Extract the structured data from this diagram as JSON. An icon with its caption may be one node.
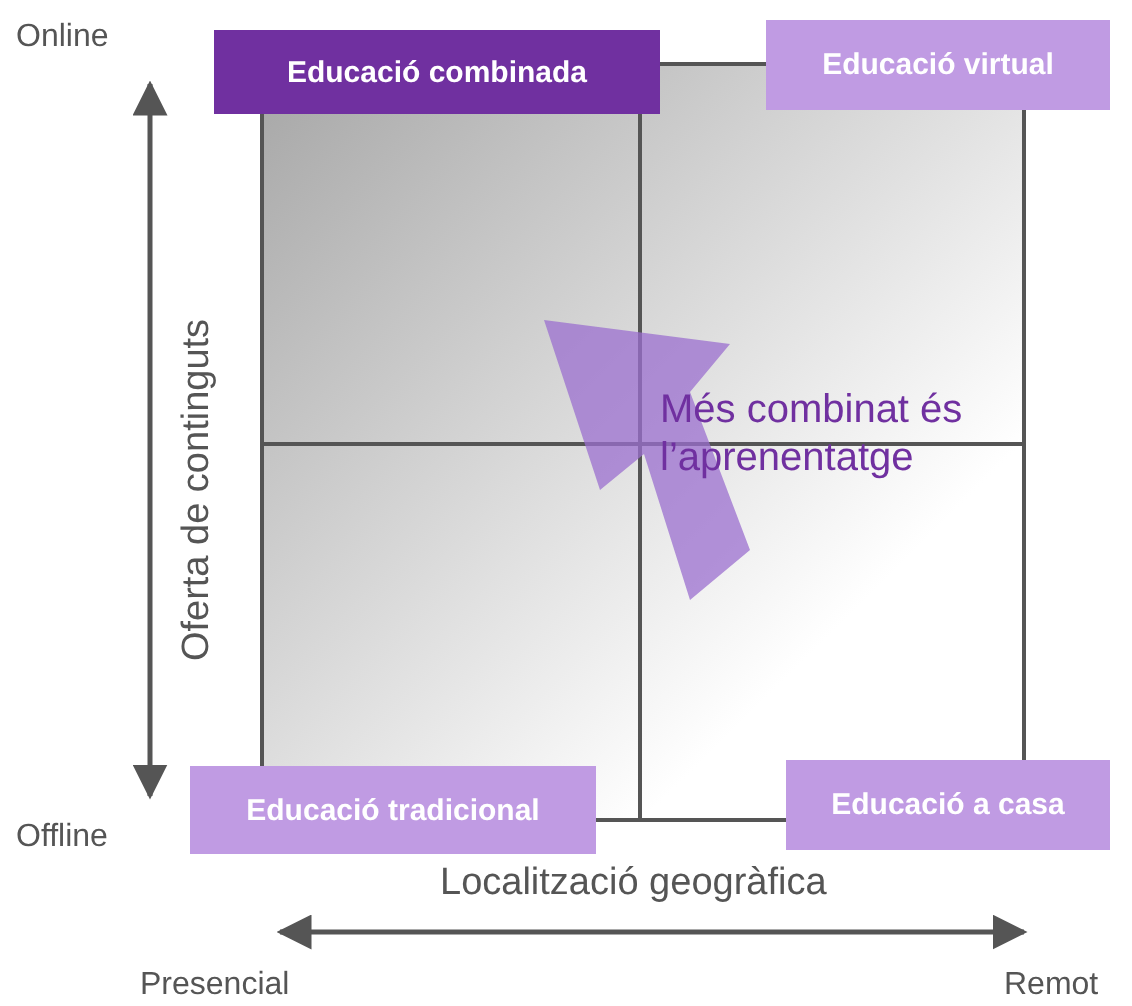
{
  "diagram": {
    "nodes": [
      {
        "text": [
          "Educació combinada"
        ]
      },
      {
        "text": [
          "Educació virtual"
        ]
      },
      {
        "text": [
          "Educació tradicional"
        ]
      },
      {
        "text": [
          "Educació a casa"
        ]
      }
    ],
    "labels": [
      "Online",
      "Oferta de continguts",
      "Més combinat és l’aprenentatge",
      "Offline",
      "Localització geogràfica",
      "Presencial",
      "Remot"
    ]
  }
}
